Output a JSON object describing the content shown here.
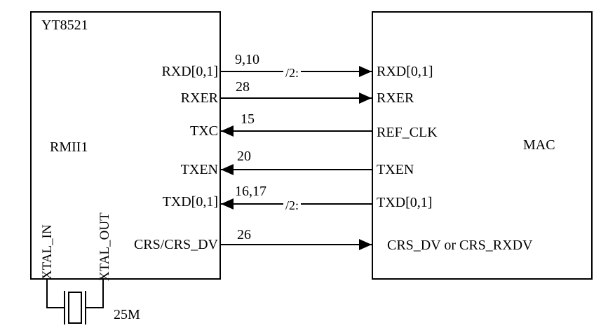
{
  "phy": {
    "title": "YT8521",
    "interface": "RMII1",
    "pins": [
      "RXD[0,1]",
      "RXER",
      "TXC",
      "TXEN",
      "TXD[0,1]",
      "CRS/CRS_DV"
    ],
    "xtal_in_label": "XTAL_IN",
    "xtal_out_label": "XTAL_OUT"
  },
  "mac": {
    "title": "MAC",
    "pins": [
      "RXD[0,1]",
      "RXER",
      "REF_CLK",
      "TXEN",
      "TXD[0,1]",
      "CRS_DV or CRS_RXDV"
    ]
  },
  "connections": [
    {
      "from": "RXD[0,1]",
      "to": "RXD[0,1]",
      "pin_numbers": "9,10",
      "direction": "phy-to-mac",
      "bus_width": "/2:"
    },
    {
      "from": "RXER",
      "to": "RXER",
      "pin_numbers": "28",
      "direction": "phy-to-mac",
      "bus_width": ""
    },
    {
      "from": "REF_CLK",
      "to": "TXC",
      "pin_numbers": "15",
      "direction": "mac-to-phy",
      "bus_width": ""
    },
    {
      "from": "TXEN",
      "to": "TXEN",
      "pin_numbers": "20",
      "direction": "mac-to-phy",
      "bus_width": ""
    },
    {
      "from": "TXD[0,1]",
      "to": "TXD[0,1]",
      "pin_numbers": "16,17",
      "direction": "mac-to-phy",
      "bus_width": "/2:"
    },
    {
      "from": "CRS/CRS_DV",
      "to": "CRS_DV or CRS_RXDV",
      "pin_numbers": "26",
      "direction": "phy-to-mac",
      "bus_width": ""
    }
  ],
  "crystal": {
    "frequency_label": "25M"
  },
  "colors": {
    "line": "#000000",
    "text": "#000000",
    "background": "#ffffff"
  }
}
